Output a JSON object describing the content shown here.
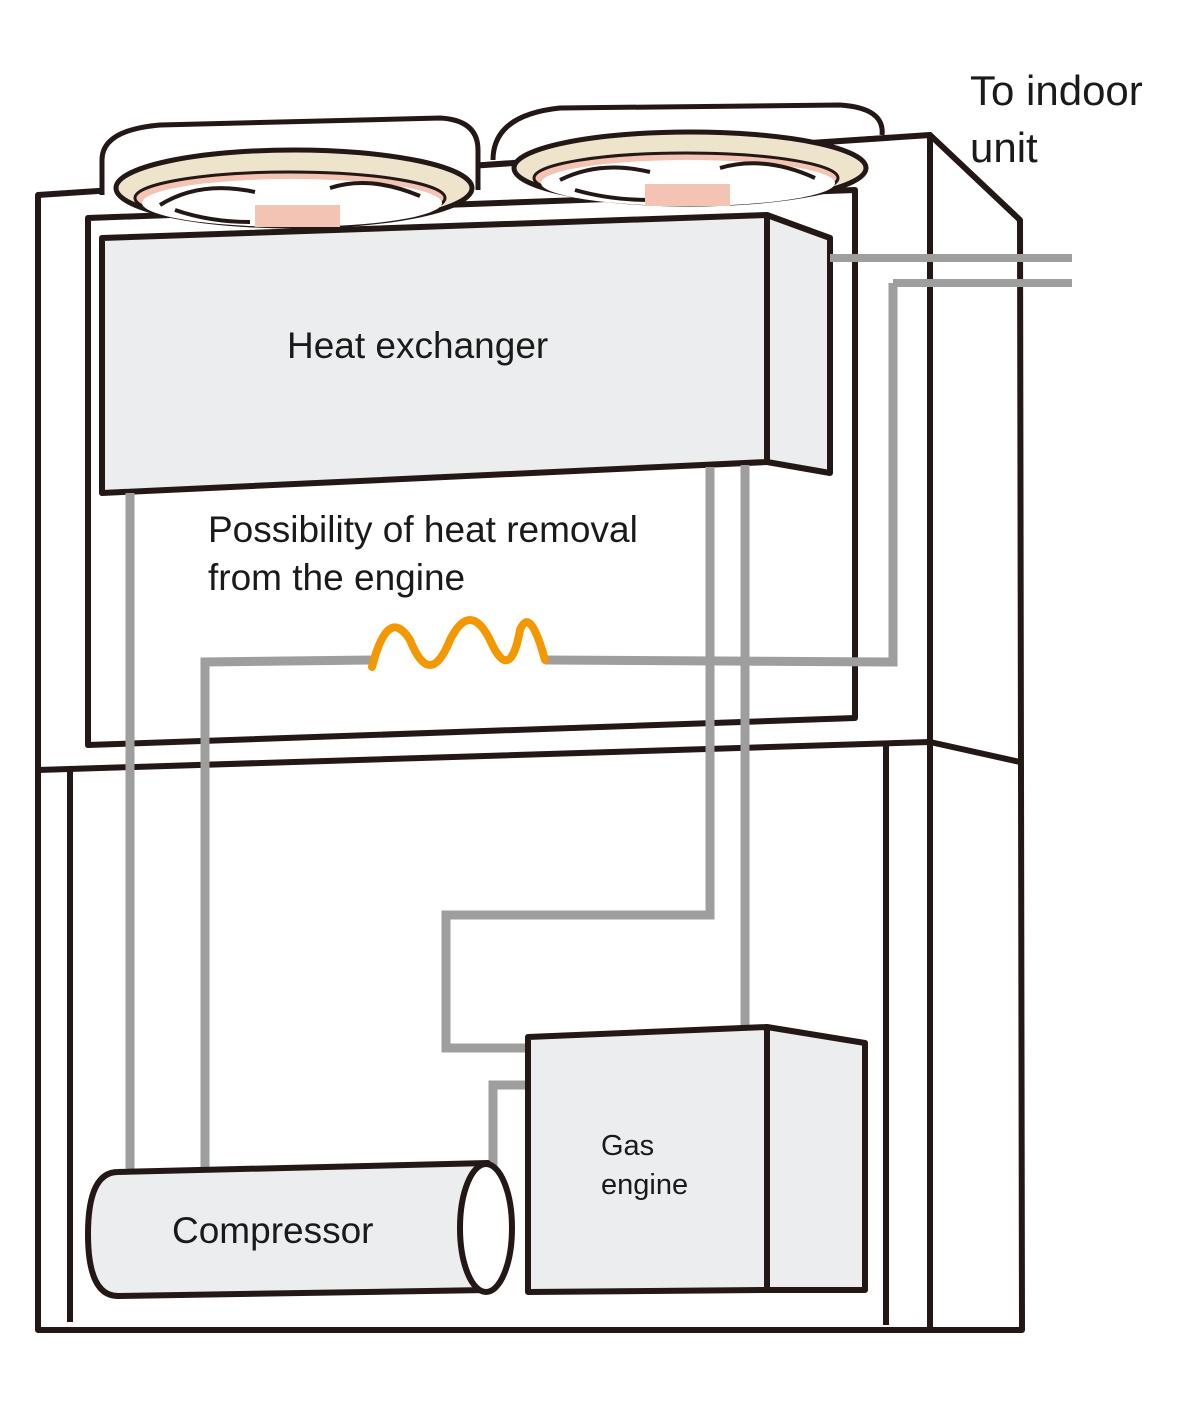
{
  "labels": {
    "to_indoor_line1": "To indoor",
    "to_indoor_line2": "unit",
    "heat_exchanger": "Heat exchanger",
    "heat_removal_line1": "Possibility of heat removal",
    "heat_removal_line2": "from the engine",
    "compressor": "Compressor",
    "gas_engine_line1": "Gas",
    "gas_engine_line2": "engine"
  },
  "colors": {
    "outline": "#231815",
    "pipe": "#9e9e9e",
    "component_fill": "#ebedee",
    "fan_ring": "#eee4cb",
    "fan_hub": "#f3c4b4",
    "heat_coil": "#f39800"
  }
}
